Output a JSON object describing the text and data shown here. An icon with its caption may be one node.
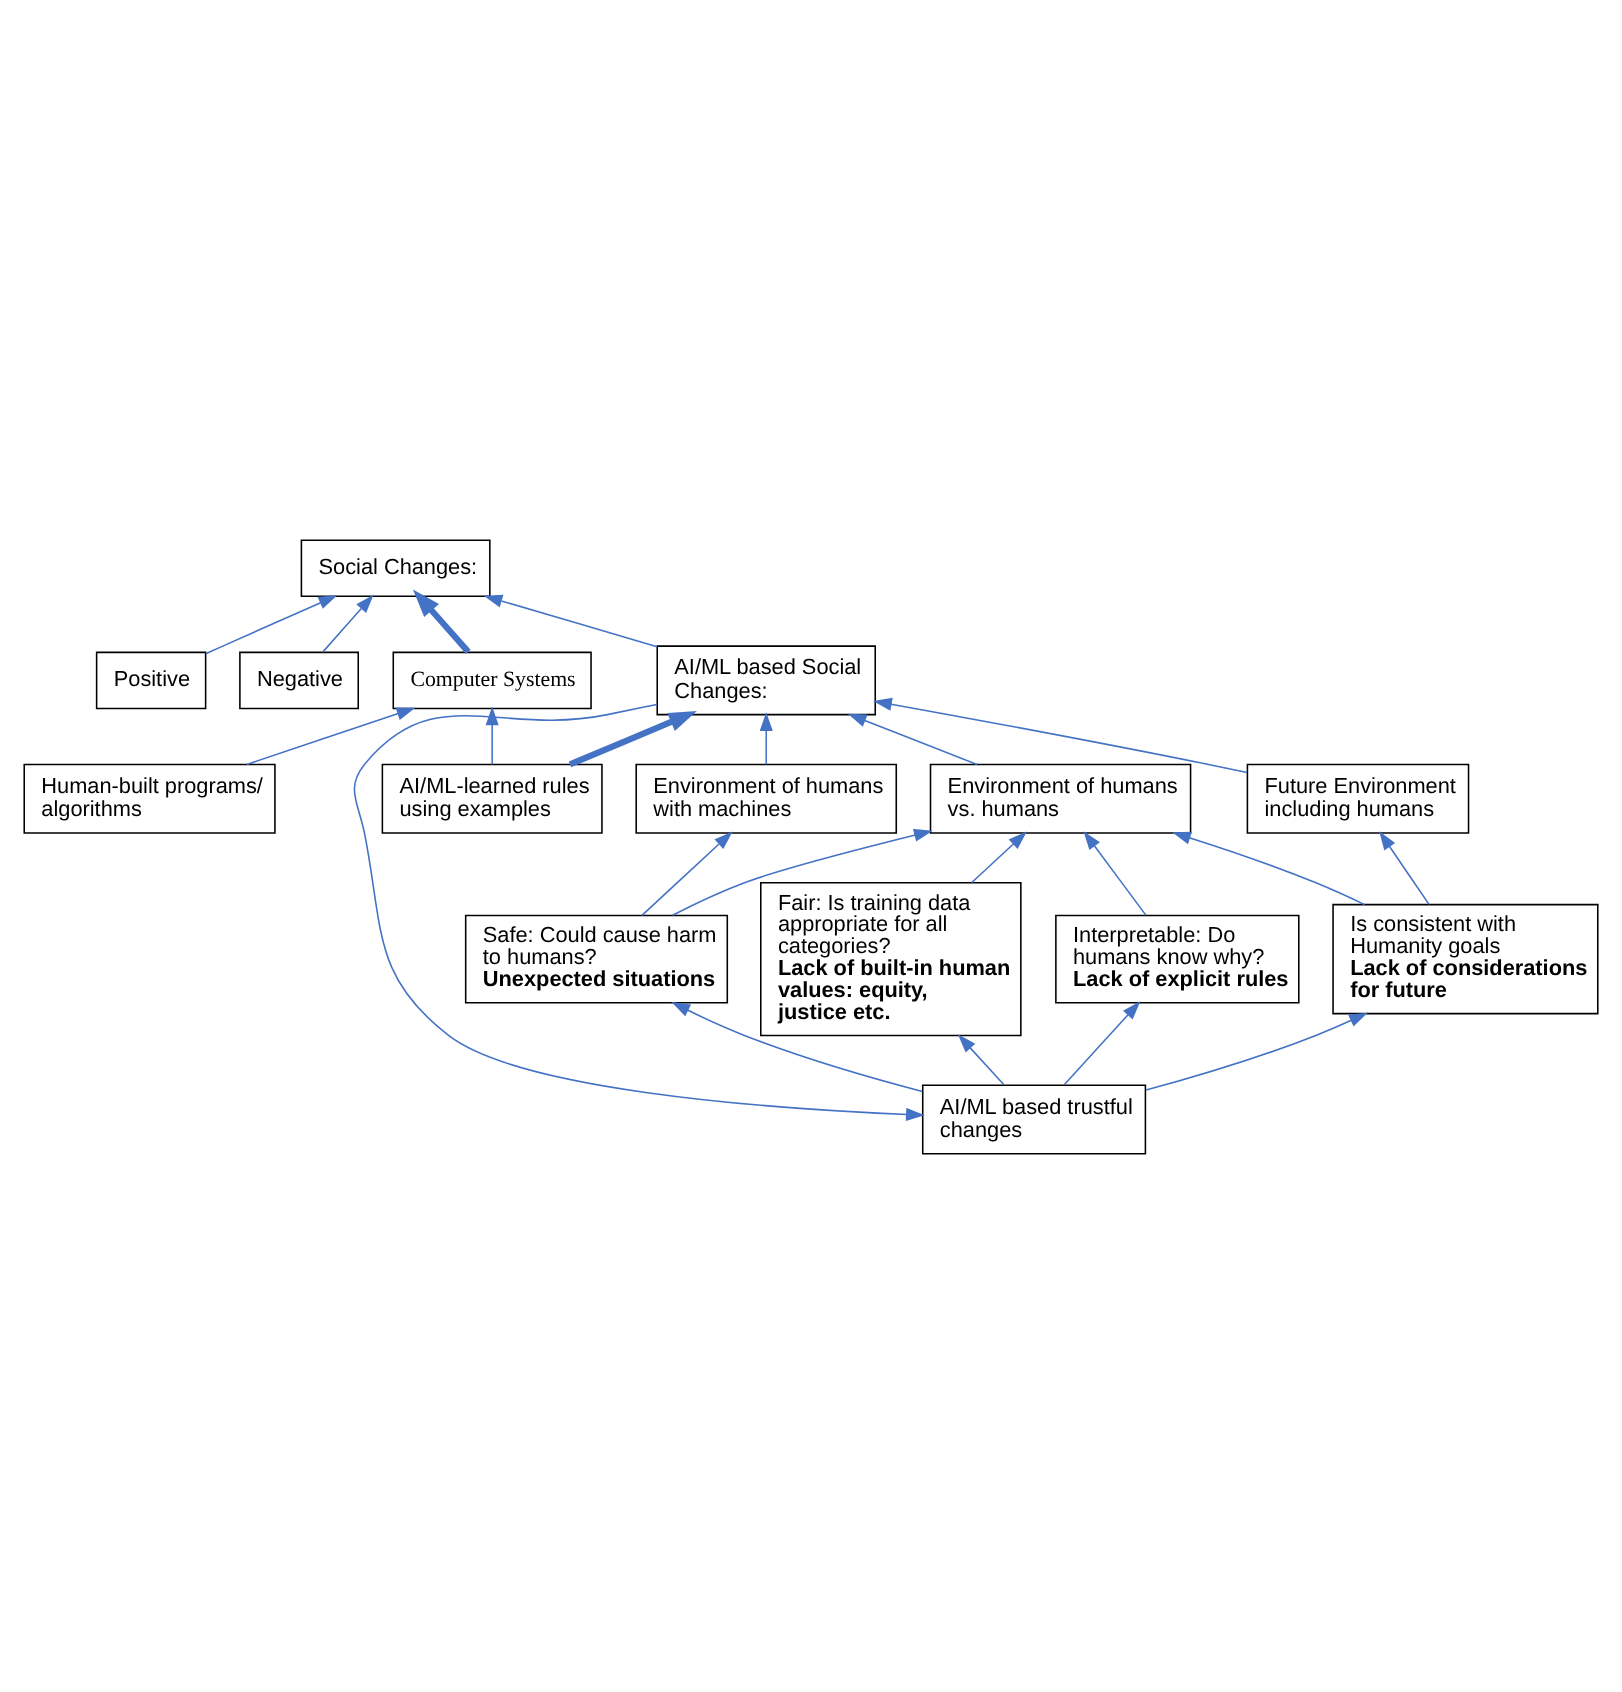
{
  "diagram": {
    "nodes": [
      {
        "text": [
          "Positive"
        ]
      },
      {
        "text": [
          "Negative"
        ]
      },
      {
        "text": [
          "Social Changes:"
        ]
      },
      {
        "text": [
          "Computer Systems"
        ]
      },
      {
        "text": [
          "AI/ML based Social Changes:"
        ]
      },
      {
        "text": [
          "AI/ML-learned rules using examples"
        ]
      },
      {
        "text": [
          "Human-built programs/ algorithms"
        ]
      },
      {
        "text": [
          "Environment of humans vs. humans"
        ]
      },
      {
        "text": [
          "Environment of humans with machines"
        ]
      },
      {
        "text": [
          "Future Environment including humans"
        ]
      },
      {
        "text": [
          "Fair: Is training data appropriate for all categories?",
          "Lack of built-in human values: equity, justice etc."
        ]
      },
      {
        "text": [
          "Interpretable: Do humans know why?",
          "Lack of explicit rules"
        ]
      },
      {
        "text": [
          "Safe: Could cause harm to humans?",
          "Unexpected situations"
        ]
      },
      {
        "text": [
          "Is consistent with Humanity goals",
          "Lack of considerations for future"
        ]
      },
      {
        "text": [
          "AI/ML based trustful changes"
        ]
      }
    ],
    "edges": [
      {
        "from": 0,
        "to": 2,
        "arrow": "to"
      },
      {
        "from": 1,
        "to": 2,
        "arrow": "to"
      },
      {
        "from": 3,
        "to": 2,
        "arrow": "to",
        "style": "thick"
      },
      {
        "from": 4,
        "to": 2,
        "arrow": "to"
      },
      {
        "from": 5,
        "to": 3,
        "arrow": "to"
      },
      {
        "from": 6,
        "to": 3,
        "arrow": "to"
      },
      {
        "from": 5,
        "to": 4,
        "arrow": "to",
        "style": "thick"
      },
      {
        "from": 7,
        "to": 4,
        "arrow": "to"
      },
      {
        "from": 8,
        "to": 4,
        "arrow": "to"
      },
      {
        "from": 9,
        "to": 4,
        "arrow": "to"
      },
      {
        "from": 10,
        "to": 7,
        "arrow": "to"
      },
      {
        "from": 11,
        "to": 7,
        "arrow": "to"
      },
      {
        "from": 12,
        "to": 7,
        "arrow": "to"
      },
      {
        "from": 13,
        "to": 7,
        "arrow": "to"
      },
      {
        "from": 12,
        "to": 8,
        "arrow": "to"
      },
      {
        "from": 13,
        "to": 9,
        "arrow": "to"
      },
      {
        "from": 4,
        "to": 14,
        "arrow": "to"
      },
      {
        "from": 14,
        "to": 10,
        "arrow": "to"
      },
      {
        "from": 14,
        "to": 11,
        "arrow": "to"
      },
      {
        "from": 14,
        "to": 12,
        "arrow": "to"
      },
      {
        "from": 14,
        "to": 13,
        "arrow": "to"
      }
    ]
  }
}
